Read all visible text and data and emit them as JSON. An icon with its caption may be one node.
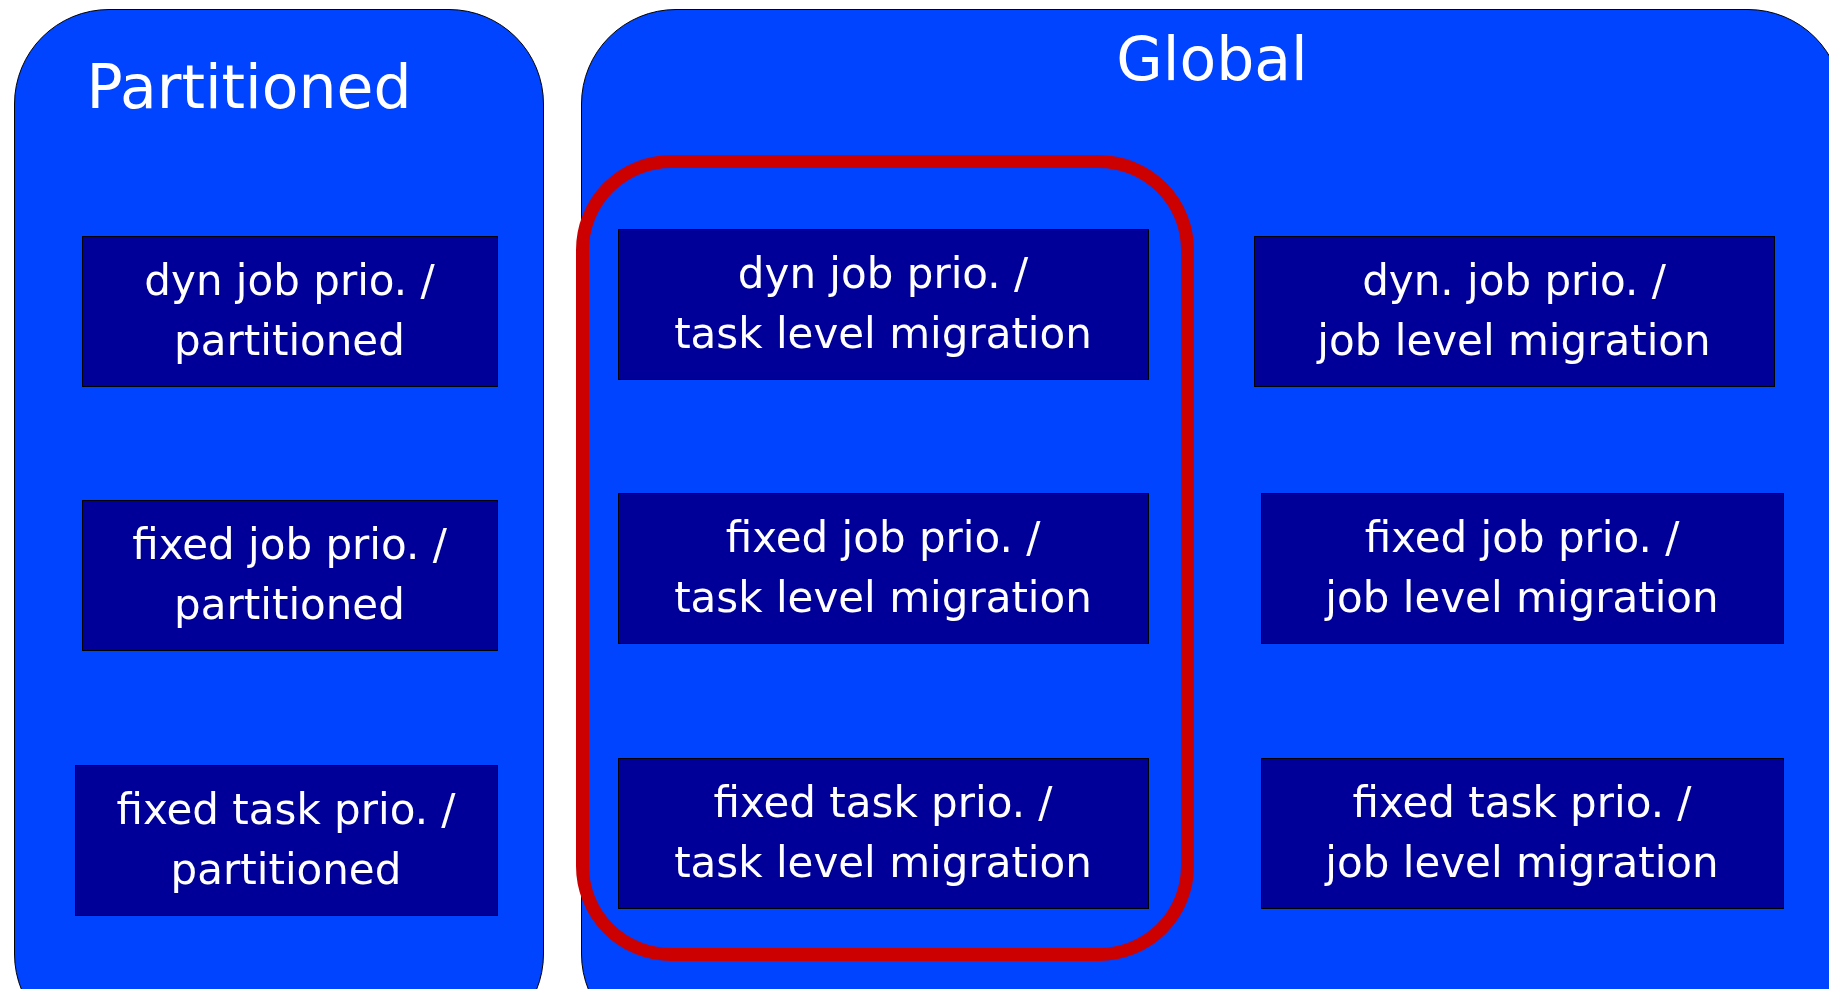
{
  "diagram": {
    "nodes": [
      {
        "text": [
          "Partitioned"
        ]
      },
      {
        "text": [
          "dyn job prio. / partitioned"
        ],
        "in": 0
      },
      {
        "text": [
          "fixed job prio. / partitioned"
        ],
        "in": 0
      },
      {
        "text": [
          "fixed task prio. / partitioned"
        ],
        "in": 0
      },
      {
        "text": [
          "Global"
        ]
      },
      {
        "text": [],
        "shape": "box",
        "in": 4
      },
      {
        "text": [
          "dyn job prio. / task level migration"
        ],
        "in": 5
      },
      {
        "text": [
          "fixed job prio. / task level migration"
        ],
        "in": 5
      },
      {
        "text": [
          "fixed task prio. / task level migration"
        ],
        "in": 5
      },
      {
        "text": [
          "dyn. job prio. / job level migration"
        ],
        "in": 4
      },
      {
        "text": [
          "fixed job prio. / job level migration"
        ],
        "in": 4
      },
      {
        "text": [
          "fixed task prio. / job level migration"
        ],
        "in": 4
      }
    ],
    "edges": []
  }
}
